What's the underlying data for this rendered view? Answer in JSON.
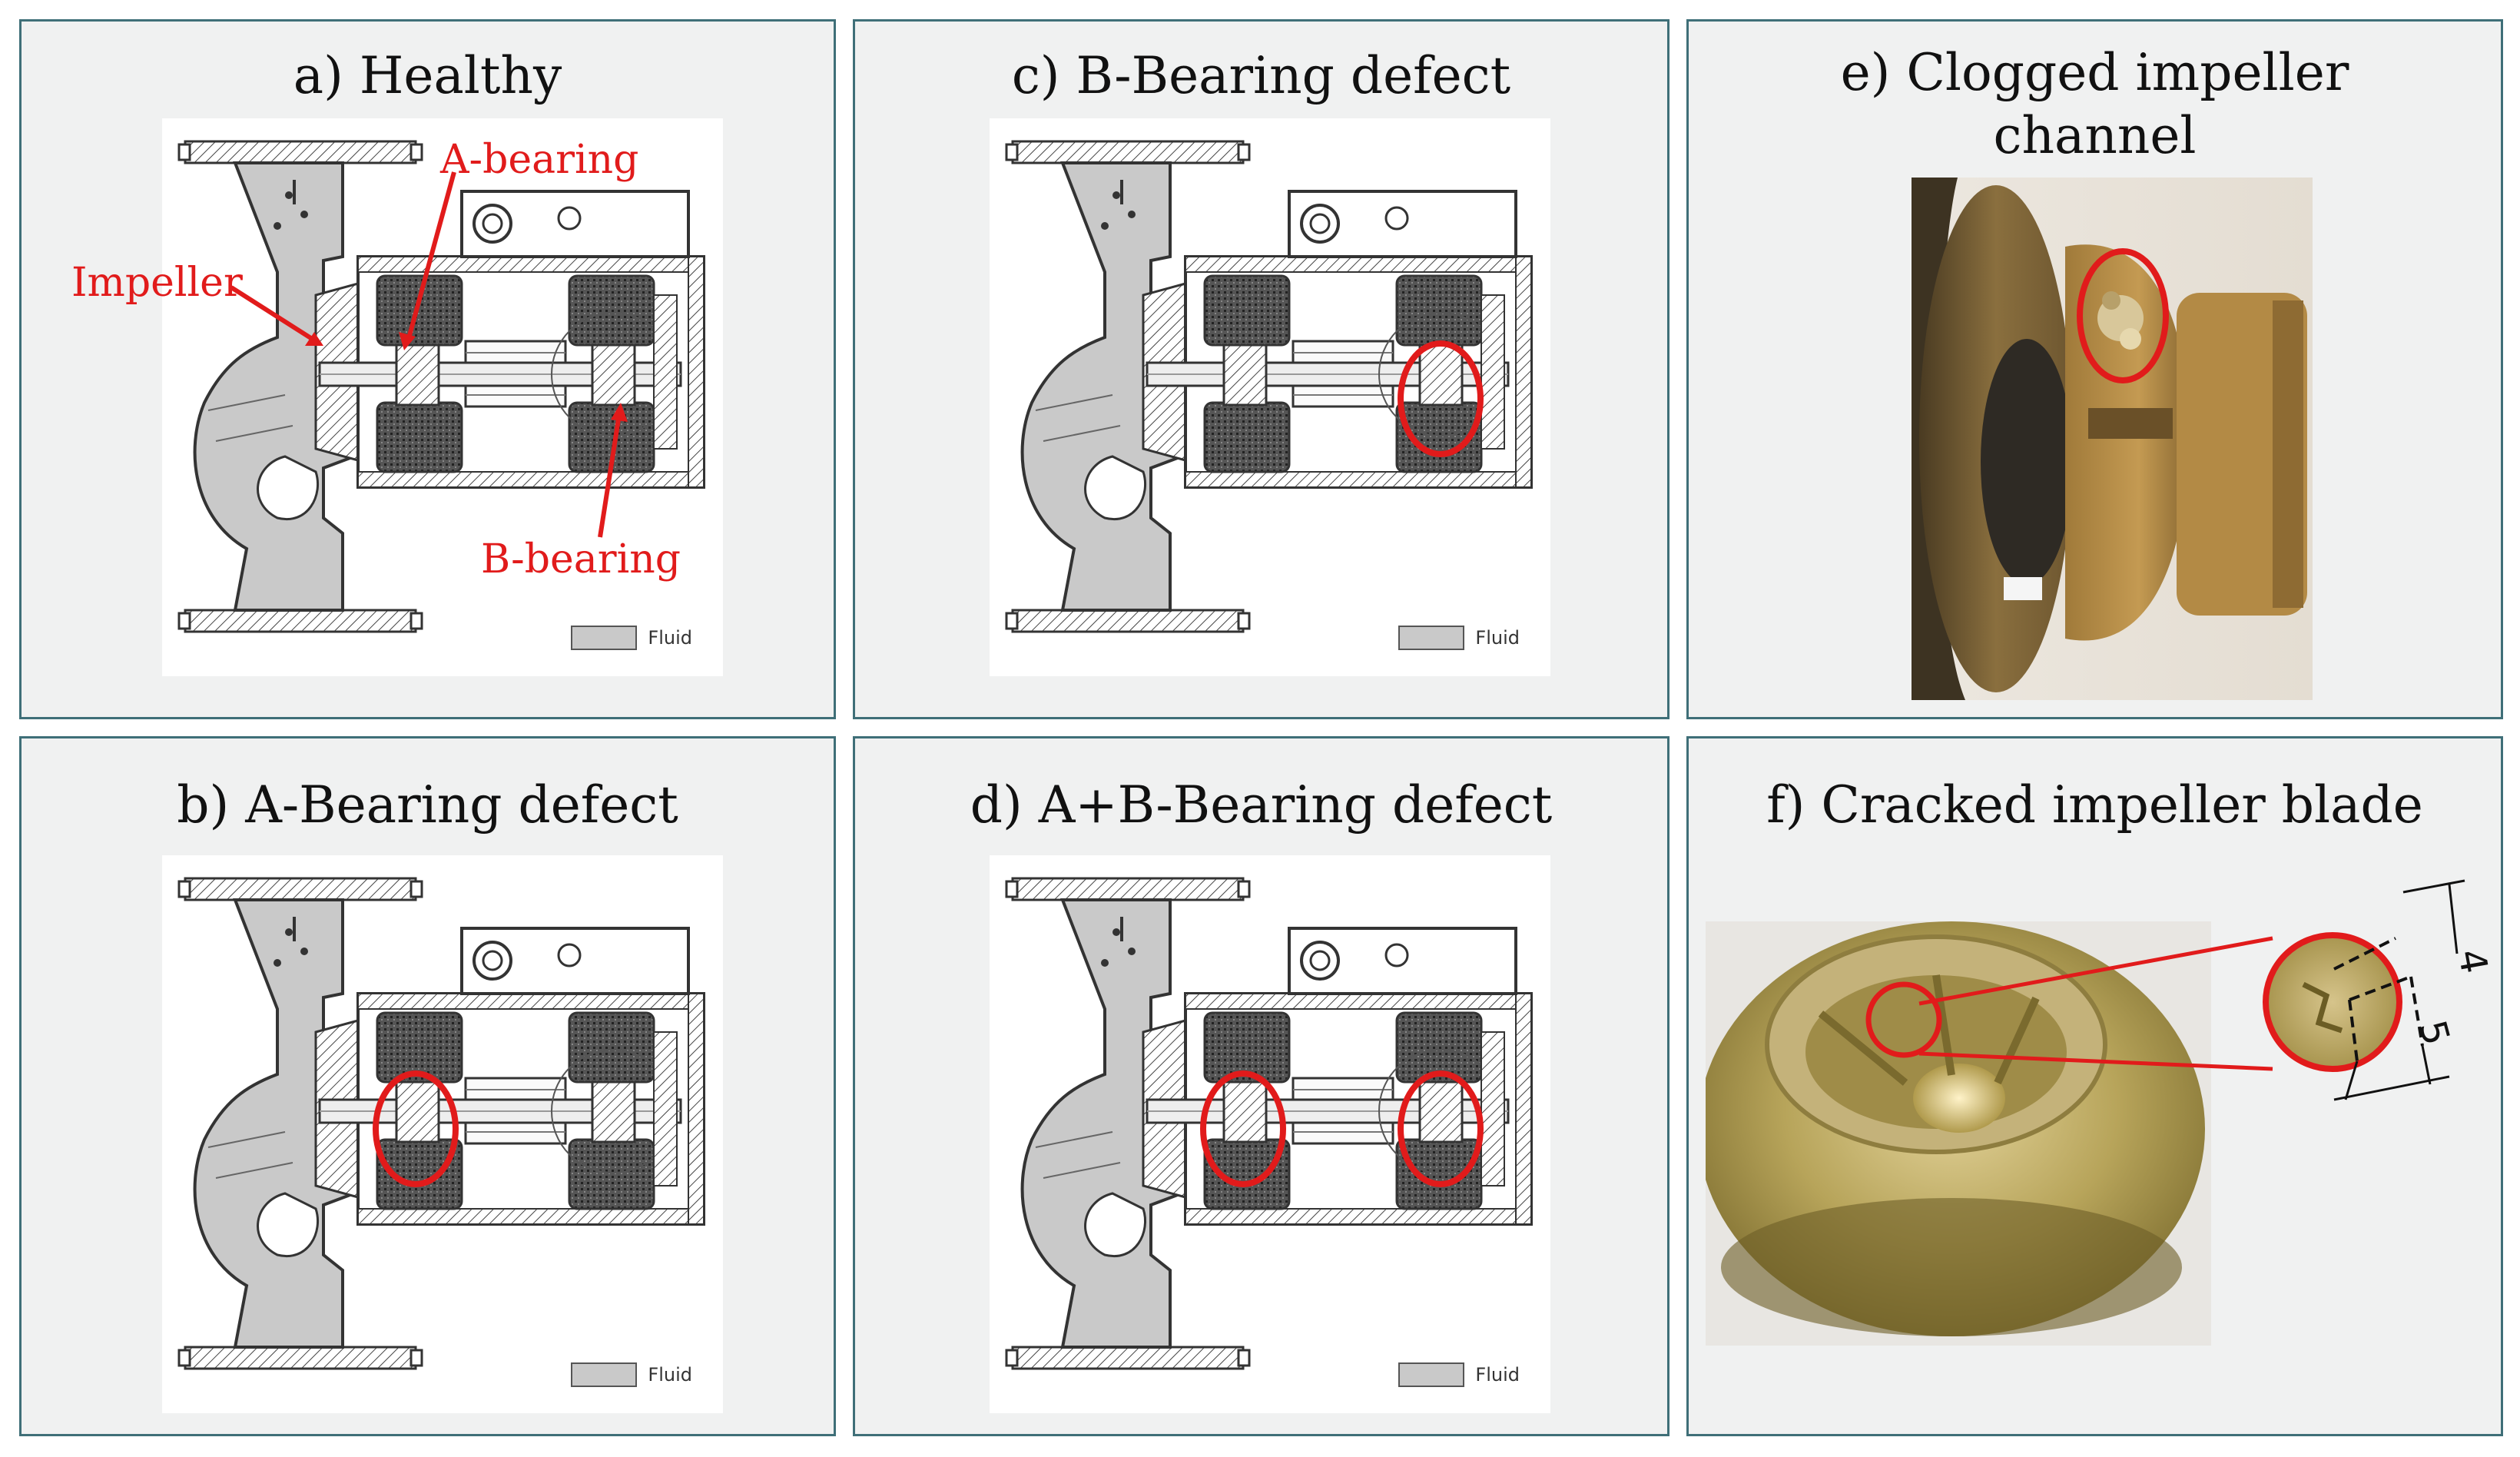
{
  "panels": {
    "a": {
      "title": "a) Healthy"
    },
    "b": {
      "title": "b) A-Bearing defect"
    },
    "c": {
      "title": "c) B-Bearing defect"
    },
    "d": {
      "title": "d) A+B-Bearing defect"
    },
    "e": {
      "title_line1": "e) Clogged impeller",
      "title_line2": "channel"
    },
    "f": {
      "title": "f) Cracked impeller blade"
    }
  },
  "legend": {
    "fluid": "Fluid"
  },
  "annotations": {
    "a_bearing": "A-bearing",
    "impeller": "Impeller",
    "b_bearing": "B-bearing"
  },
  "dimensions": {
    "vertical": "4",
    "horizontal": "5"
  },
  "colors": {
    "panel_bg": "#f0f1f1",
    "panel_border": "#3f6f78",
    "highlight": "#e11b1b",
    "fluid": "#c9c9c9"
  }
}
